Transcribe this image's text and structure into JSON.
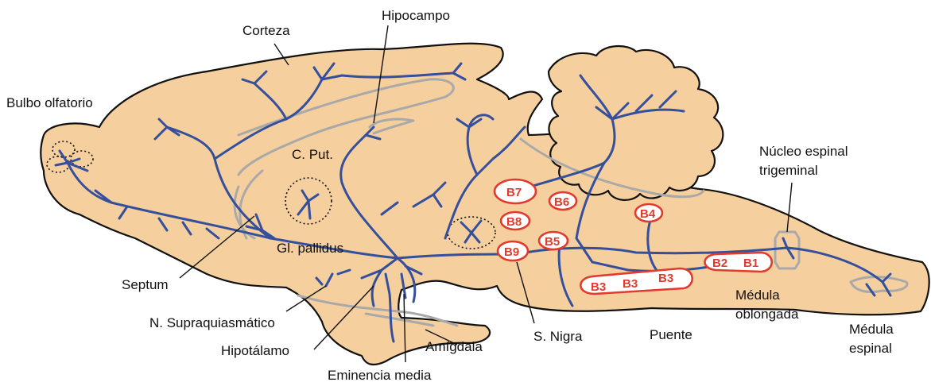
{
  "labels": {
    "corteza": "Corteza",
    "hipocampo": "Hipocampo",
    "bulbo_olfatorio": "Bulbo olfatorio",
    "c_put": "C. Put.",
    "nucleo_espinal_1": "Núcleo espinal",
    "nucleo_espinal_2": "trigeminal",
    "gl_pallidus": "Gl. pallidus",
    "septum": "Septum",
    "n_supraquiasmatico": "N. Supraquiasmático",
    "hipotalamo": "Hipotálamo",
    "eminencia_media": "Eminencia media",
    "amigdala": "Amígdala",
    "s_nigra": "S. Nigra",
    "puente": "Puente",
    "medula_oblongada_1": "Médula",
    "medula_oblongada_2": "oblongada",
    "medula_espinal_1": "Médula",
    "medula_espinal_2": "espinal"
  },
  "nuclei": {
    "b7": "B7",
    "b6": "B6",
    "b8": "B8",
    "b5": "B5",
    "b9": "B9",
    "b4": "B4",
    "b3a": "B3",
    "b3b": "B3",
    "b3c": "B3",
    "b2": "B2",
    "b1": "B1"
  },
  "colors": {
    "brain_fill": "#f6cf9e",
    "axon": "#34509c",
    "nucleus_red": "#e23b2e",
    "structure_gray": "#a9a9a9"
  }
}
